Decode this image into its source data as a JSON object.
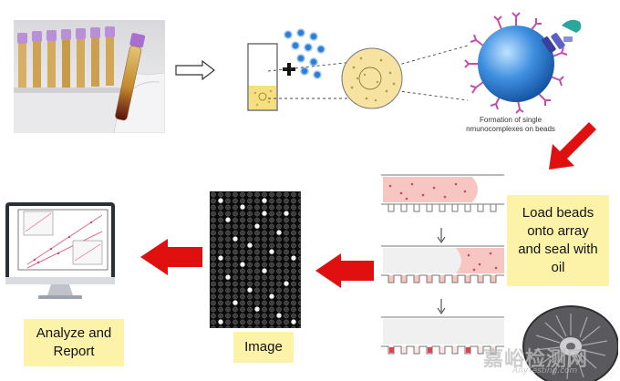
{
  "figure": {
    "caption": "Formation of single nmunocomplexes on beads",
    "labels": {
      "load": [
        "Load beads",
        "onto array",
        "and seal with",
        "oil"
      ],
      "image": "Image",
      "analyze": [
        "Analyze and",
        "Report"
      ]
    },
    "watermark": {
      "main": "嘉峪检测网",
      "sub": "AnyTesting.com"
    },
    "colors": {
      "label_bg": "#fdf3a8",
      "red_arrow": "#e01010",
      "bead_blue": "#2e7dd6",
      "sample_yellow": "#f5df7e",
      "array_pink": "#f7c6c0"
    }
  }
}
